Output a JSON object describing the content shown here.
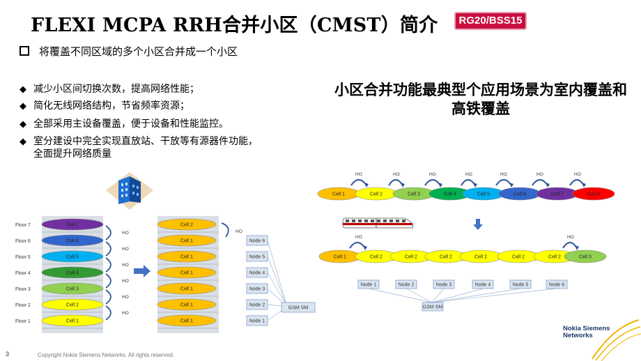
{
  "title": "FLEXI MCPA RRH合并小区（CMST）简介",
  "badge": "RG20/BSS15",
  "main_bullet": "将覆盖不同区域的多个小区合并成一个小区",
  "bullets": [
    "减少小区间切换次数，提高网络性能；",
    "简化无线网络结构，节省频率资源；",
    "全部采用主设备覆盖，便于设备和性能监控。",
    "室分建设中完全实现直放站、干放等有源器件功能，\n全面提升网络质量"
  ],
  "headline": "小区合并功能最典型个应用场景为室内覆盖和高铁覆盖",
  "indoor": {
    "floors": [
      "Floor 7",
      "Floor 6",
      "Floor 5",
      "Floor 4",
      "Floor 3",
      "Floor 2",
      "Floor 1"
    ],
    "before_cells": [
      "Cell 7",
      "Cell 6",
      "Cell 5",
      "Cell 4",
      "Cell 3",
      "Cell 2",
      "Cell 1"
    ],
    "before_colors": [
      "#7030a0",
      "#3366cc",
      "#00b0f0",
      "#339933",
      "#92d050",
      "#ffff00",
      "#ffff00"
    ],
    "after_cells": [
      "Cell 2",
      "Cell 1",
      "Cell 1",
      "Cell 1",
      "Cell 1",
      "Cell 1",
      "Cell 1"
    ],
    "after_color": "#ffc000",
    "ho_label": "HO",
    "nodes": [
      "Node 6",
      "Node 5",
      "Node 4",
      "Node 3",
      "Node 2",
      "Node 1"
    ],
    "gsm_label": "GSM SM"
  },
  "railway": {
    "before_cells": [
      "Cell 1",
      "Cell 2",
      "Cell 3",
      "Cell 4",
      "Cell 5",
      "Cell 6",
      "Cell 7",
      "Cell 8"
    ],
    "before_colors": [
      "#ffc000",
      "#ffff00",
      "#92d050",
      "#00b050",
      "#00b0f0",
      "#3366cc",
      "#7030a0",
      "#ff0000"
    ],
    "after_cells": [
      "Cell 1",
      "Cell 2",
      "Cell 2",
      "Cell 2",
      "Cell 2",
      "Cell 2",
      "Cell 2",
      "Cell 3"
    ],
    "after_colors": [
      "#ffc000",
      "#ffff00",
      "#ffff00",
      "#ffff00",
      "#ffff00",
      "#ffff00",
      "#ffff00",
      "#92d050"
    ],
    "ho_label": "HO",
    "nodes": [
      "Node 1",
      "Node 2",
      "Node 3",
      "Node 4",
      "Node 5",
      "Node 6"
    ],
    "gsm_label": "GSM SM"
  },
  "footer": {
    "page_number": "3",
    "copyright": "Copyright Nokia Siemens Networks. All rights reserved.",
    "logo_line1": "Nokia Siemens",
    "logo_line2": "Networks"
  }
}
